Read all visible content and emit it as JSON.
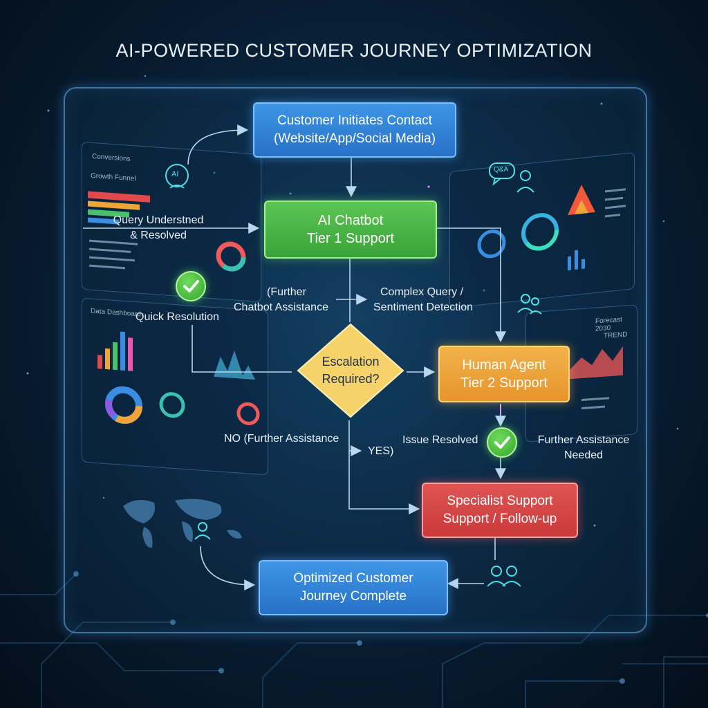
{
  "title": "AI-POWERED CUSTOMER JOURNEY OPTIMIZATION",
  "nodes": {
    "start": {
      "line1": "Customer Initiates Contact",
      "line2": "(Website/App/Social Media)"
    },
    "chatbot": {
      "line1": "AI Chatbot",
      "line2": "Tier 1 Support"
    },
    "decision": {
      "line1": "Escalation",
      "line2": "Required?"
    },
    "human": {
      "line1": "Human Agent",
      "line2": "Tier 2 Support"
    },
    "specialist": {
      "line1": "Specialist Support",
      "line2": "Support / Follow-up"
    },
    "end": {
      "line1": "Optimized Customer",
      "line2": "Journey Complete"
    }
  },
  "labels": {
    "query_resolved_1": "Query Understned",
    "query_resolved_2": "& Resolved",
    "quick_resolution": "Quick Resolution",
    "further_chatbot_1": "(Further",
    "further_chatbot_2": "Chatbot Assistance",
    "complex_query_1": "Complex Query /",
    "complex_query_2": "Sentiment Detection",
    "no_branch": "NO (Further Assistance",
    "yes_branch": "YES)",
    "issue_resolved": "Issue Resolved",
    "further_needed_1": "Further Assistance",
    "further_needed_2": "Needed"
  },
  "icons": {
    "ai_badge": "AI",
    "chat_badge": "Q&A"
  },
  "panels": {
    "left_top_title": "Conversions",
    "left_top_sub": "Growth Funnel",
    "left_bottom_title": "Data Dashboard",
    "right_bottom_title": "Forecast 2030",
    "right_bottom_sub": "TREND"
  },
  "colors": {
    "blue": "#2f80d8",
    "green": "#44ad3f",
    "orange": "#eba23a",
    "red": "#d44747",
    "diamond": "#f5d36a",
    "frame": "#6ebeff"
  }
}
